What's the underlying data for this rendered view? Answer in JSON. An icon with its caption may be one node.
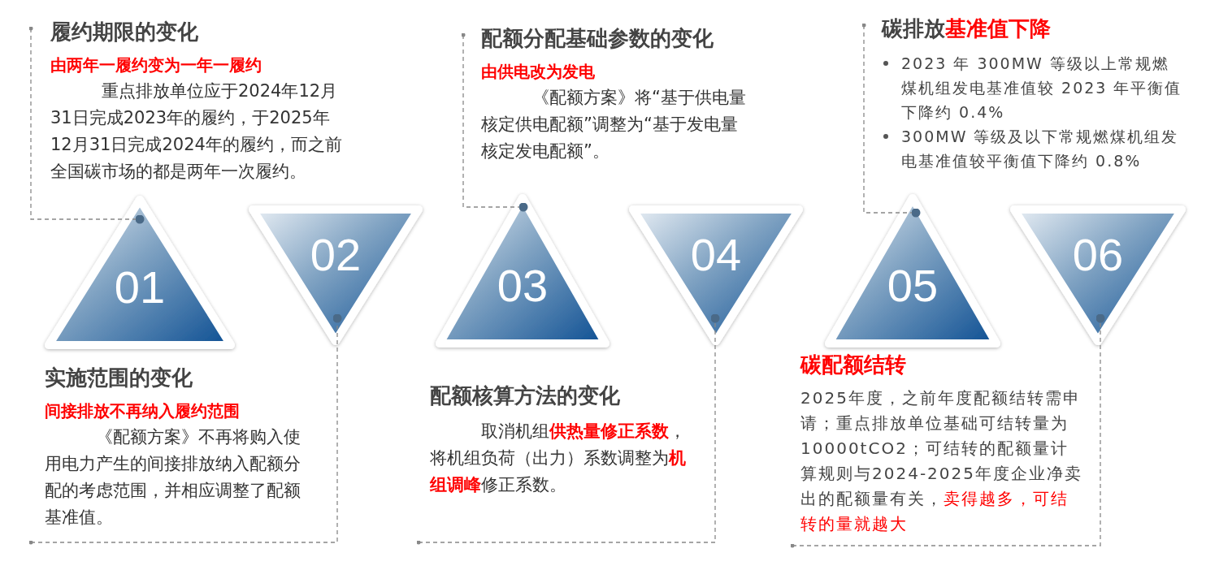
{
  "diagram": {
    "nodes": [
      {
        "text": [
          "01"
        ]
      },
      {
        "text": [
          "02"
        ]
      },
      {
        "text": [
          "03"
        ]
      },
      {
        "text": [
          "04"
        ]
      },
      {
        "text": [
          "05"
        ]
      },
      {
        "text": [
          "06"
        ]
      },
      {
        "text": [
          "履约期限的变化",
          "由两年一履约变为一年一履约",
          "重点排放单位应于2024年12月31日完成2023年的履约，于2025年12月31日完成2024年的履约，而之前全国碳市场的都是两年一次履约。"
        ]
      },
      {
        "text": [
          "实施范围的变化",
          "间接排放不再纳入履约范围",
          "《配额方案》不再将购入使用电力产生的间接排放纳入配额分配的考虑范围，并相应调整了配额基准值。"
        ]
      },
      {
        "text": [
          "配额核算方法的变化",
          "取消机组**供热量修正系数**，将机组负荷（出力）系数调整为**机组调峰**修正系数。"
        ]
      },
      {
        "text": [
          "配额分配基础参数的变化",
          "由供电改为发电",
          "《配额方案》将“基于供电量核定供电配额”调整为“基于发电量核定发电配额”。"
        ]
      },
      {
        "text": [
          "碳排放**基准值下降**",
          "2023 年 300MW 等级以上常规燃煤机组发电基准值较 2023 年平衡值下降约 0.4%",
          "300MW 等级及以下常规燃煤机组发电基准值较平衡值下降约 0.8%"
        ]
      },
      {
        "text": [
          "碳配额结转",
          "2025年度，之前年度配额结转需申请；重点排放单位基础可结转量为 10000tCO2；可结转的配额量计算规则与2024-2025年度企业净卖出的配额量有关，*卖得越多，可结转的量就越大*"
        ]
      }
    ],
    "edges": [
      {
        "from": 6,
        "to": 0,
        "arrow": "other",
        "style": "dashed"
      },
      {
        "from": 7,
        "to": 1,
        "arrow": "other",
        "style": "dashed"
      },
      {
        "from": 9,
        "to": 2,
        "arrow": "other",
        "style": "dashed"
      },
      {
        "from": 8,
        "to": 3,
        "arrow": "other",
        "style": "dashed"
      },
      {
        "from": 10,
        "to": 4,
        "arrow": "other",
        "style": "dashed"
      },
      {
        "from": 11,
        "to": 5,
        "arrow": "other",
        "style": "dashed"
      }
    ]
  }
}
